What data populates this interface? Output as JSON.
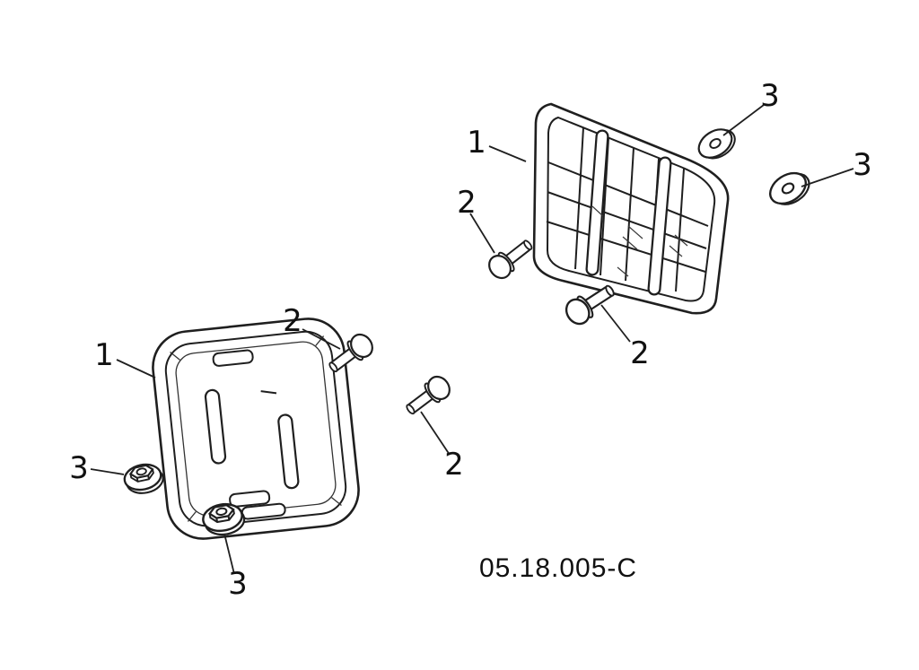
{
  "diagram": {
    "code": "05.18.005-C",
    "callouts": {
      "grille_plate": "1",
      "back_plate": "1",
      "bolt_upper": "2",
      "bolt_grille_lower": "2",
      "bolt_back_upper": "2",
      "bolt_back_lower": "2",
      "washer_top": "3",
      "washer_right": "3",
      "nut_left": "3",
      "nut_bottom": "3"
    },
    "colors": {
      "line": "#1f1f1f",
      "background": "#ffffff"
    }
  }
}
